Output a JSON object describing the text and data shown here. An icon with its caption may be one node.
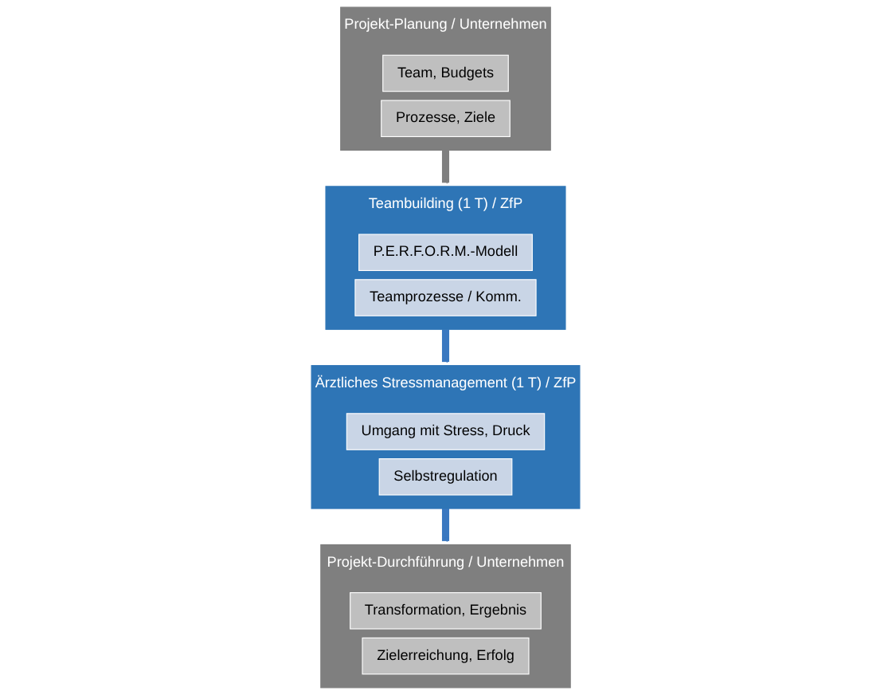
{
  "diagram": {
    "nodes": [
      {
        "text": [
          "Projekt-Planung / Unternehmen"
        ]
      },
      {
        "text": [
          "Team, Budgets"
        ],
        "in": 0
      },
      {
        "text": [
          "Prozesse, Ziele"
        ],
        "in": 0
      },
      {
        "text": [
          "Teambuilding (1 T) / ZfP"
        ]
      },
      {
        "text": [
          "P.E.R.F.O.R.M.-Modell"
        ],
        "in": 3
      },
      {
        "text": [
          "Teamprozesse / Komm."
        ],
        "in": 3
      },
      {
        "text": [
          "Ärztliches Stressmanagement (1 T) / ZfP"
        ]
      },
      {
        "text": [
          "Umgang mit Stress, Druck"
        ],
        "in": 6
      },
      {
        "text": [
          "Selbstregulation"
        ],
        "in": 6
      },
      {
        "text": [
          "Projekt-Durchführung / Unternehmen"
        ]
      },
      {
        "text": [
          "Transformation, Ergebnis"
        ],
        "in": 9
      },
      {
        "text": [
          "Zielerreichung, Erfolg"
        ],
        "in": 9
      }
    ],
    "edges": [
      {
        "from": 0,
        "to": 3,
        "arrow": "to",
        "color": "#7f7f7f"
      },
      {
        "from": 3,
        "to": 6,
        "arrow": "to"
      },
      {
        "from": 6,
        "to": 9,
        "arrow": "to"
      }
    ]
  }
}
